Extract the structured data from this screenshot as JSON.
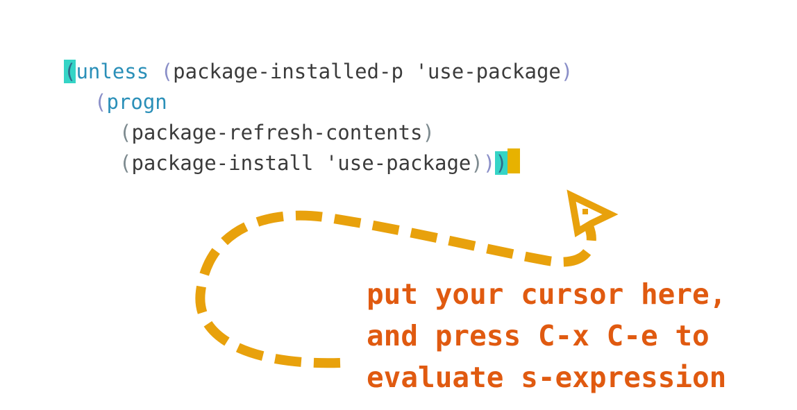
{
  "editor": {
    "language": "emacs-lisp",
    "cursor_color": "#e7b200",
    "paren_highlight_color": "#35d4c6",
    "lines": [
      {
        "keyword": "unless",
        "open": "(",
        "inner_open": "(",
        "func": "package-installed-p",
        "arg": "'use-package",
        "inner_close": ")"
      },
      {
        "open": "(",
        "keyword": "progn"
      },
      {
        "open": "(",
        "func": "package-refresh-contents",
        "close": ")"
      },
      {
        "open": "(",
        "func": "package-install",
        "arg": "'use-package",
        "close": ")",
        "close_2": ")",
        "close_3": ")"
      }
    ]
  },
  "annotation": {
    "color": "#e05a10",
    "arrow_color": "#e8a10c",
    "arrow_icon": "dashed-curved-arrow-icon",
    "lines": [
      "put your cursor here,",
      "and press C-x C-e to",
      "evaluate s-expression"
    ]
  }
}
